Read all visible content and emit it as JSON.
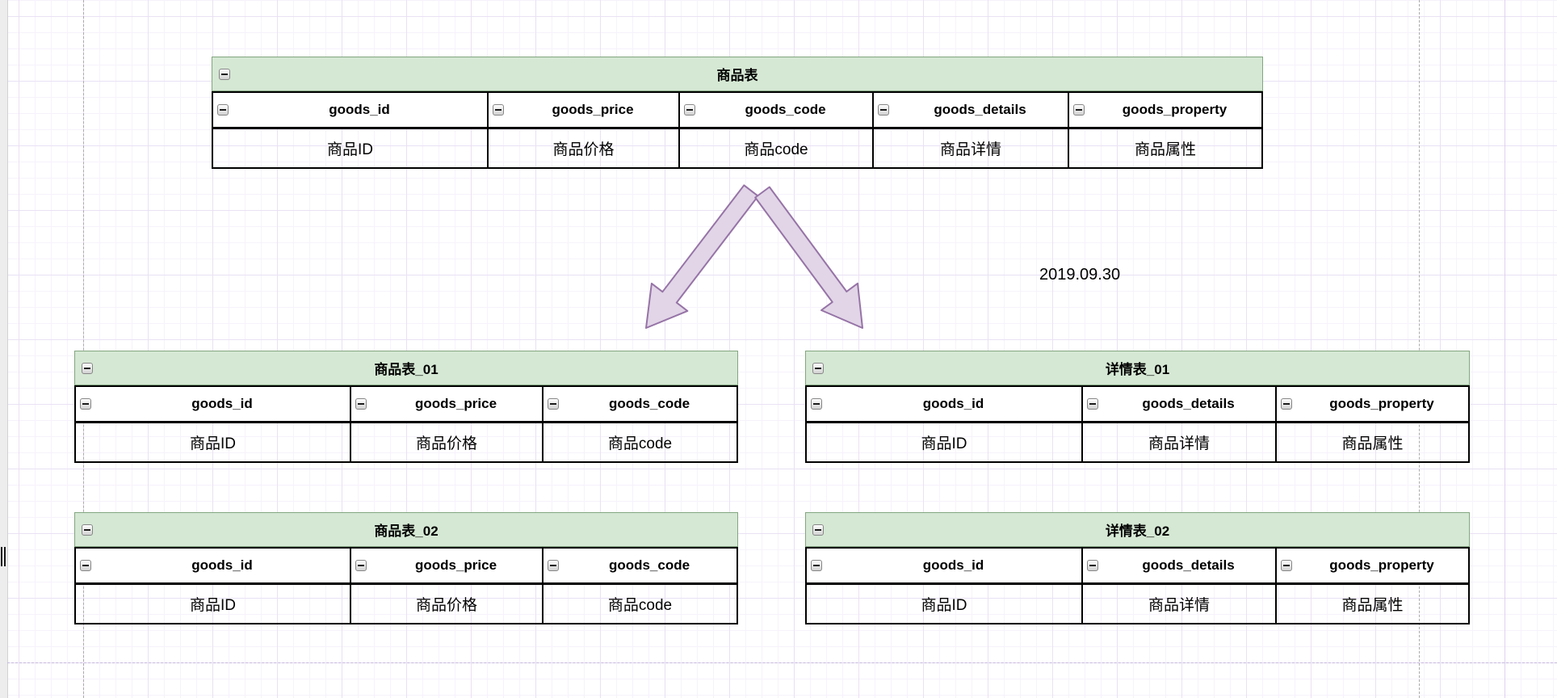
{
  "page": {
    "date_label": "2019.09.30"
  },
  "icons": {
    "collapse": "minus-icon"
  },
  "colors": {
    "table_title_fill": "#d5e8d4",
    "table_title_border": "#83a680",
    "table_border": "#000000",
    "arrow_fill": "#e1d5e7",
    "arrow_stroke": "#9673a6",
    "grid_minor": "#f6f2fb",
    "grid_major": "#e9e1f4",
    "page_break_dash": "#ababab"
  },
  "tables": [
    {
      "title": "商品表",
      "columns": [
        {
          "name": "goods_id",
          "desc": "商品ID"
        },
        {
          "name": "goods_price",
          "desc": "商品价格"
        },
        {
          "name": "goods_code",
          "desc": "商品code"
        },
        {
          "name": "goods_details",
          "desc": "商品详情"
        },
        {
          "name": "goods_property",
          "desc": "商品属性"
        }
      ]
    },
    {
      "title": "商品表_01",
      "columns": [
        {
          "name": "goods_id",
          "desc": "商品ID"
        },
        {
          "name": "goods_price",
          "desc": "商品价格"
        },
        {
          "name": "goods_code",
          "desc": "商品code"
        }
      ]
    },
    {
      "title": "详情表_01",
      "columns": [
        {
          "name": "goods_id",
          "desc": "商品ID"
        },
        {
          "name": "goods_details",
          "desc": "商品详情"
        },
        {
          "name": "goods_property",
          "desc": "商品属性"
        }
      ]
    },
    {
      "title": "商品表_02",
      "columns": [
        {
          "name": "goods_id",
          "desc": "商品ID"
        },
        {
          "name": "goods_price",
          "desc": "商品价格"
        },
        {
          "name": "goods_code",
          "desc": "商品code"
        }
      ]
    },
    {
      "title": "详情表_02",
      "columns": [
        {
          "name": "goods_id",
          "desc": "商品ID"
        },
        {
          "name": "goods_details",
          "desc": "商品详情"
        },
        {
          "name": "goods_property",
          "desc": "商品属性"
        }
      ]
    }
  ]
}
